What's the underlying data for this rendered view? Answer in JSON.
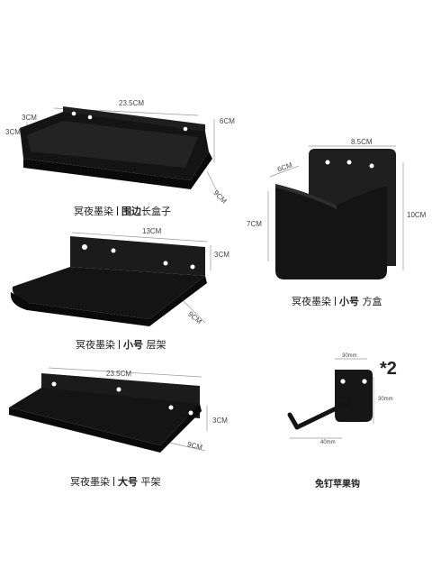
{
  "products": [
    {
      "id": "long-box",
      "caption": {
        "brand": "冥夜墨染",
        "name_bold": "围边",
        "name_rest": "长盒子"
      },
      "dims": {
        "width": "23.5CM",
        "back_height": "6CM",
        "rim_left_top": "3CM",
        "rim_left": "3CM",
        "depth": "9CM"
      }
    },
    {
      "id": "square-box",
      "caption": {
        "brand": "冥夜墨染",
        "name_bold": "小号",
        "name_rest": "方盒"
      },
      "dims": {
        "width": "8.5CM",
        "top": "6CM",
        "front_height": "7CM",
        "back_height": "10CM"
      }
    },
    {
      "id": "small-shelf",
      "caption": {
        "brand": "冥夜墨染",
        "name_bold": "小号",
        "name_rest": "层架"
      },
      "dims": {
        "width": "13CM",
        "height": "3CM",
        "depth": "9CM"
      }
    },
    {
      "id": "large-shelf",
      "caption": {
        "brand": "冥夜墨染",
        "name_bold": "大号",
        "name_rest": "平架"
      },
      "dims": {
        "width": "23.5CM",
        "height": "3CM",
        "depth": "9CM"
      }
    },
    {
      "id": "hook",
      "caption": {
        "text": "免钉苹果钩"
      },
      "dims": {
        "top_width": "30mm",
        "height": "30mm",
        "arm_length": "40mm"
      },
      "multiplier": "*2"
    }
  ],
  "colors": {
    "product": "#141414",
    "dim_line": "#888888",
    "text": "#222222"
  }
}
